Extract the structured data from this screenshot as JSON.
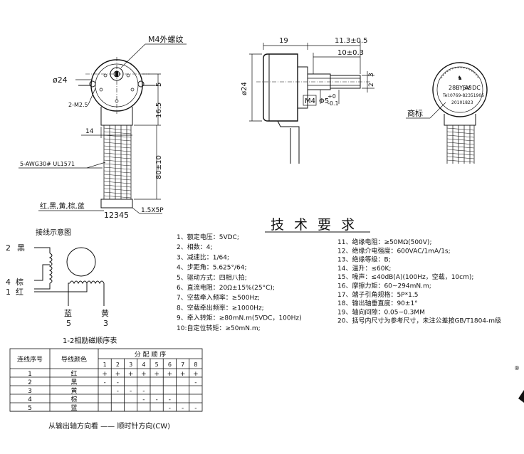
{
  "front_view": {
    "thread_label": "M4外螺纹",
    "diameter_label": "ø24",
    "holes_label": "2-M2.5",
    "dim_5": "5",
    "dim_16_5": "16.5",
    "dim_14": "14",
    "cable_label": "5-AWG30# UL1571",
    "dim_80": "80±10",
    "colors_label": "红,黑,黄,棕,蓝",
    "pins_label": "12345",
    "connector_label": "1.5X5P"
  },
  "side_view": {
    "dim_19": "19",
    "dim_11_3": "11.3±0.5",
    "dim_10": "10±0.3",
    "dim_24": "ø24",
    "dim_3": "3",
    "dim_2": "2",
    "thread_label": "M4",
    "shaft_label": "Φ5",
    "shaft_tol_top": "+0",
    "shaft_tol_bottom": "-0.1"
  },
  "trademark": {
    "label": "商标",
    "line1": "28BYJ48",
    "line2": "5V DC",
    "line3": "Tel:0769-82351906",
    "line4": "20101823"
  },
  "wiring": {
    "title": "接线示意图",
    "w2": "2",
    "w2_color": "黑",
    "w4": "4",
    "w4_color": "棕",
    "w1": "1",
    "w1_color": "红",
    "w5_color": "蓝",
    "w5": "5",
    "w3_color": "黄",
    "w3": "3"
  },
  "specs": {
    "title": "技术要求",
    "left": [
      "1、额定电压：5VDC;",
      "2、相数：4;",
      "3、减速比：1/64;",
      "4、步距角：5.625°/64;",
      "5、驱动方式：四相八拍;",
      "6、直流电阻：20Ω±15%(25°C);",
      "7、空载牵入频率：≥500Hz;",
      "8、空载牵出频率：≥1000Hz;",
      "9、牵入转矩：≥80mN.m(5VDC，100Hz)",
      "10:自定位转矩：≥50mN.m;"
    ],
    "right": [
      "11、绝缘电阻：≥50MΩ(500V);",
      "12、绝缘介电强度：600VAC/1mA/1s;",
      "13、绝缘等级：B;",
      "14、温升：≤60K;",
      "15、噪声：≤40dB(A)(100Hz，空载，10cm);",
      "16、摩擦力矩：60~294mN.m;",
      "17、端子引角规格：5P*1.5",
      "18、输出轴垂直度：90±1°",
      "19、轴向间隙：0.05~0.3MM",
      "20、括号内尺寸为参考尺寸，未注公差按GB/T1804-m级"
    ]
  },
  "sequence_table": {
    "title": "1-2相励磁顺序表",
    "col_wire_no": "连线序号",
    "col_color": "导线颜色",
    "col_sequence": "分 配 顺 序",
    "steps": [
      "1",
      "2",
      "3",
      "4",
      "5",
      "6",
      "7",
      "8"
    ],
    "rows": [
      {
        "no": "1",
        "color": "红",
        "cells": [
          "+",
          "+",
          "+",
          "+",
          "+",
          "+",
          "+",
          "+"
        ]
      },
      {
        "no": "2",
        "color": "黑",
        "cells": [
          "-",
          "-",
          "",
          "",
          "",
          "",
          "",
          "-"
        ]
      },
      {
        "no": "3",
        "color": "黄",
        "cells": [
          "",
          "-",
          "-",
          "-",
          "",
          "",
          "",
          ""
        ]
      },
      {
        "no": "4",
        "color": "棕",
        "cells": [
          "",
          "",
          "",
          "-",
          "-",
          "-",
          "",
          ""
        ]
      },
      {
        "no": "5",
        "color": "蓝",
        "cells": [
          "",
          "",
          "",
          "",
          "",
          "-",
          "-",
          "-"
        ]
      }
    ],
    "footer": "从输出轴方向看 —— 顺时针方向(CW)"
  },
  "edge_mark": "®"
}
